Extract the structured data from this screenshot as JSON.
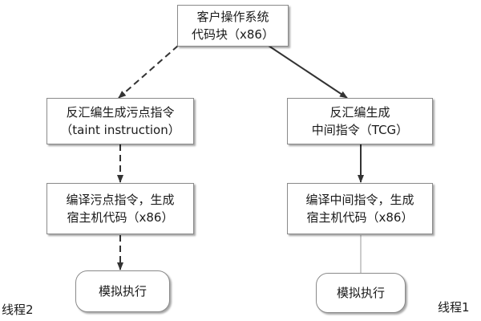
{
  "nodes": {
    "guest_code_block": {
      "line1": "客户操作系统",
      "line2": "代码块（x86）"
    },
    "disasm_taint": {
      "line1": "反汇编生成污点指令",
      "line2": "（taint instruction）"
    },
    "disasm_tcg": {
      "line1": "反汇编生成",
      "line2": "中间指令（TCG）"
    },
    "compile_taint": {
      "line1": "编译污点指令，生成",
      "line2": "宿主机代码（x86）"
    },
    "compile_tcg": {
      "line1": "编译中间指令，生成",
      "line2": "宿主机代码（x86）"
    },
    "simulate_left": {
      "label": "模拟执行"
    },
    "simulate_right": {
      "label": "模拟执行"
    }
  },
  "thread_labels": {
    "left": "线程2",
    "right": "线程1"
  },
  "edges": [
    {
      "from": "guest_code_block",
      "to": "disasm_taint",
      "style": "dashed"
    },
    {
      "from": "guest_code_block",
      "to": "disasm_tcg",
      "style": "solid"
    },
    {
      "from": "disasm_taint",
      "to": "compile_taint",
      "style": "dashed"
    },
    {
      "from": "disasm_tcg",
      "to": "compile_tcg",
      "style": "solid"
    },
    {
      "from": "compile_taint",
      "to": "simulate_left",
      "style": "dashed"
    },
    {
      "from": "compile_tcg",
      "to": "simulate_right",
      "style": "thin-solid"
    }
  ],
  "colors": {
    "line": "#333333",
    "thin_line": "#9a9a9a",
    "border": "#8a8a8a"
  }
}
